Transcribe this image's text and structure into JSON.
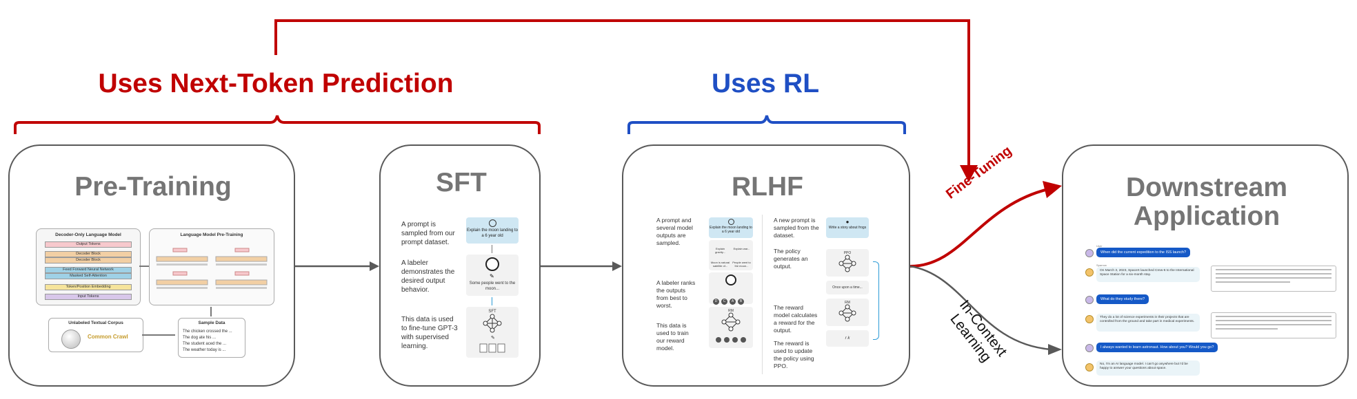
{
  "headers": {
    "next_token": "Uses Next-Token Prediction",
    "rl": "Uses RL"
  },
  "colors": {
    "red": "#c00000",
    "blue": "#1f4fc4",
    "gray": "#595959",
    "panel_title": "#757575"
  },
  "stages": {
    "pretraining": {
      "title": "Pre-Training",
      "diagram1_title": "Decoder-Only Language Model",
      "diagram1_layers": [
        "Output Tokens",
        "Decoder Block",
        "Decoder Block",
        "Feed Forward Neural Network",
        "Masked Self-Attention",
        "Token/Position Embedding",
        "Input Tokens"
      ],
      "diagram2_title": "Language Model Pre-Training",
      "corpus_title": "Unlabeled Textual Corpus",
      "corpus_logo_text": "Common Crawl",
      "sample_title": "Sample Data",
      "sample_lines": [
        "The chicken crossed the ...",
        "The dog ate his ...",
        "The student aced the ...",
        "The weather today is ..."
      ]
    },
    "sft": {
      "title": "SFT",
      "steps": [
        "A prompt is sampled from our prompt dataset.",
        "A labeler demonstrates the desired output behavior.",
        "This data is used to fine-tune GPT-3 with supervised learning."
      ],
      "prompt_box": "Explain the moon landing to a 6 year old",
      "demo_text": "Some people went to the moon...",
      "model_label": "SFT"
    },
    "rlhf": {
      "title": "RLHF",
      "left_steps": [
        "A prompt and several model outputs are sampled.",
        "A labeler ranks the outputs from best to worst.",
        "This data is used to train our reward model."
      ],
      "right_steps": [
        "A new prompt is sampled from the dataset.",
        "The policy generates an output.",
        "The reward model calculates a reward for the output.",
        "The reward is used to update the policy using PPO."
      ],
      "prompt_box": "Explain the moon landing to a 6 year old",
      "new_prompt_box": "Write a story about frogs",
      "output_labels": [
        "Explain gravity...",
        "Explain war...",
        "Moon is natural satellite of...",
        "People went to the moon..."
      ],
      "ranking": [
        "D",
        "C",
        "A",
        "B"
      ],
      "rm_label": "RM",
      "ppo_label": "PPO",
      "story_text": "Once upon a time...",
      "reward_label": "r k"
    },
    "downstream": {
      "title_line1": "Downstream",
      "title_line2": "Application"
    }
  },
  "arrows": {
    "fine_tuning": "Fine-Tuning",
    "in_context_line1": "In-Context",
    "in_context_line2": "Learning"
  },
  "chat": {
    "user_label": "User",
    "assistant_label": "Sparrow",
    "messages": [
      "When did the current expedition to the ISS launch?",
      "What do they study there?",
      "I always wanted to learn astronaut. How about you? Would you go?"
    ],
    "responses": [
      "On March 3, 2023, SpaceX launched Crew-6 to the International Space Station for a six-month stay.",
      "They do a lot of science experiments in their projects that are controlled from the ground and take part in medical experiments.",
      "No, I'm an AI language model. I can't go anywhere but I'd be happy to answer your questions about space."
    ]
  }
}
